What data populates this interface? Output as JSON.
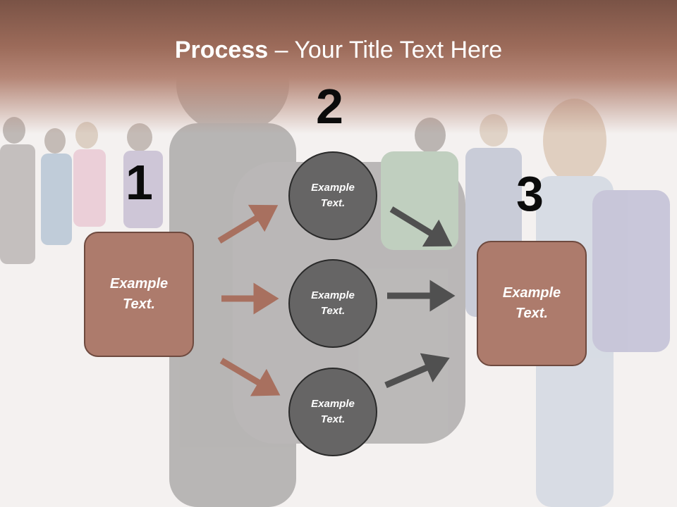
{
  "slide": {
    "title_bold": "Process",
    "title_rest": " – Your Title Text Here"
  },
  "steps": [
    {
      "number": "1",
      "text_line1": "Example",
      "text_line2": "Text."
    },
    {
      "number": "2"
    },
    {
      "number": "3",
      "text_line1": "Example",
      "text_line2": "Text."
    }
  ],
  "circles": [
    {
      "line1": "Example",
      "line2": "Text."
    },
    {
      "line1": "Example",
      "line2": "Text."
    },
    {
      "line1": "Example",
      "line2": "Text."
    }
  ],
  "colors": {
    "box_fill": "#ad7b6c",
    "box_border": "#6e4a3f",
    "circle_fill": "#666565",
    "arrow_left": "#a8705f",
    "arrow_right": "#505050",
    "header": "#8e5e4f"
  }
}
